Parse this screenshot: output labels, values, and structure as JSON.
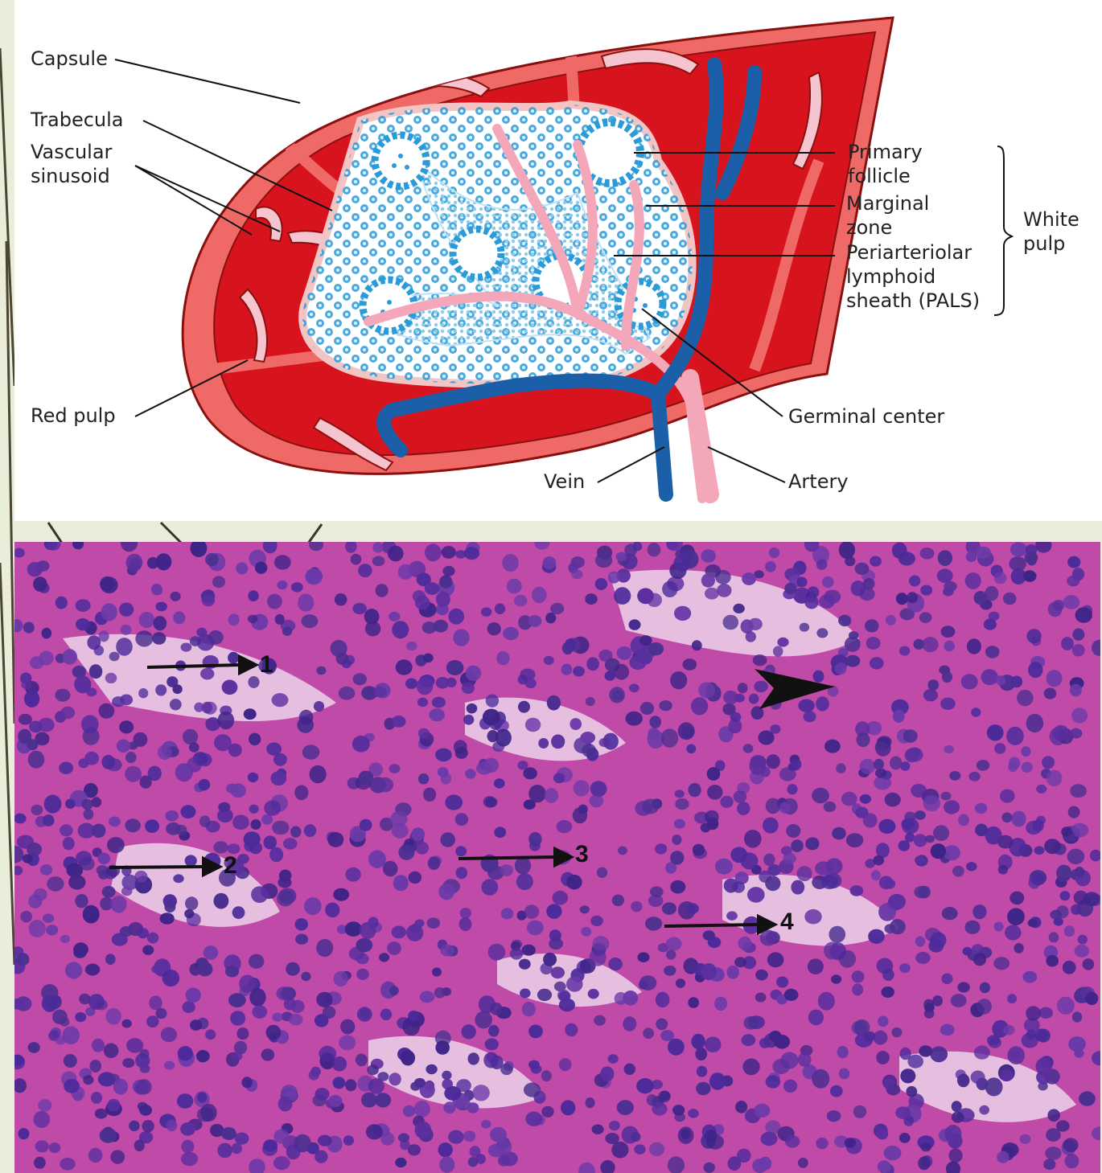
{
  "diagram": {
    "labels": {
      "capsule": "Capsule",
      "trabecula": "Trabecula",
      "vascular_sinusoid": "Vascular\nsinusoid",
      "red_pulp": "Red pulp",
      "primary_follicle": "Primary\nfollicle",
      "marginal_zone": "Marginal\nzone",
      "pals": "Periarteriolar\nlymphoid\nsheath (PALS)",
      "white_pulp": "White\npulp",
      "germinal_center": "Germinal center",
      "vein": "Vein",
      "artery": "Artery"
    },
    "colors": {
      "red_pulp": "#d7141e",
      "capsule": "#ef6a66",
      "white_pulp_cells": "#2a9bd8",
      "vein": "#1b5fa8",
      "artery": "#f4a7b9",
      "sinusoid": "#f6c4cf"
    }
  },
  "micrograph": {
    "markers": [
      "1",
      "2",
      "3",
      "4"
    ],
    "colors": {
      "stroma": "#c04aa8",
      "nuclei": "#4b2a9a",
      "pale_sinus": "#f3e6f3"
    }
  }
}
